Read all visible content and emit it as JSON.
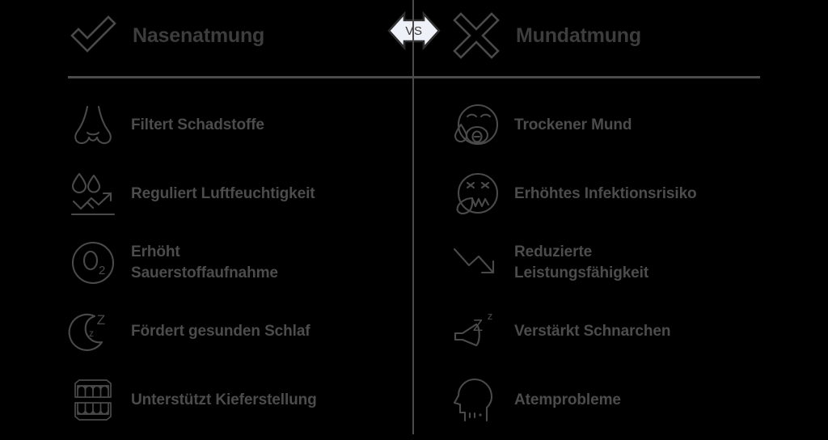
{
  "background_color": "#000000",
  "text_color": "#4c4c4c",
  "icon_color": "#4a4a4a",
  "divider_color": "#4b4b4b",
  "vs_badge": {
    "label": "VS",
    "fill_color": "#eef2f8",
    "stroke_color": "#2f2f2f",
    "icon": "double-arrow-badge"
  },
  "header": {
    "left": {
      "icon": "check-mark-icon",
      "title": "Nasenatmung"
    },
    "right": {
      "icon": "cross-mark-icon",
      "title": "Mundatmung"
    }
  },
  "columns": {
    "left": {
      "name": "nasal-breathing-benefits",
      "rows": [
        {
          "icon": "nose-icon",
          "line1": "Filtert Schadstoffe",
          "line2": ""
        },
        {
          "icon": "humidity-icon",
          "line1": "Reguliert Luftfeuchtigkeit",
          "line2": ""
        },
        {
          "icon": "oxygen-icon",
          "line1": "Erhöht",
          "line2": "Sauerstoffaufnahme"
        },
        {
          "icon": "sleep-moon-icon",
          "line1": "Fördert gesunden Schlaf",
          "line2": ""
        },
        {
          "icon": "teeth-icon",
          "line1": "Unterstützt Kieferstellung",
          "line2": ""
        }
      ]
    },
    "right": {
      "name": "mouth-breathing-drawbacks",
      "rows": [
        {
          "icon": "dry-mouth-face-icon",
          "line1": "Trockener Mund",
          "line2": ""
        },
        {
          "icon": "sneezing-face-icon",
          "line1": "Erhöhtes Infektionsrisiko",
          "line2": ""
        },
        {
          "icon": "downward-arrow-icon",
          "line1": "Reduzierte",
          "line2": "Leistungsfähigkeit"
        },
        {
          "icon": "snoring-megaphone-icon",
          "line1": "Verstärkt Schnarchen",
          "line2": ""
        },
        {
          "icon": "head-profile-icon",
          "line1": "Atemprobleme",
          "line2": ""
        }
      ]
    }
  }
}
